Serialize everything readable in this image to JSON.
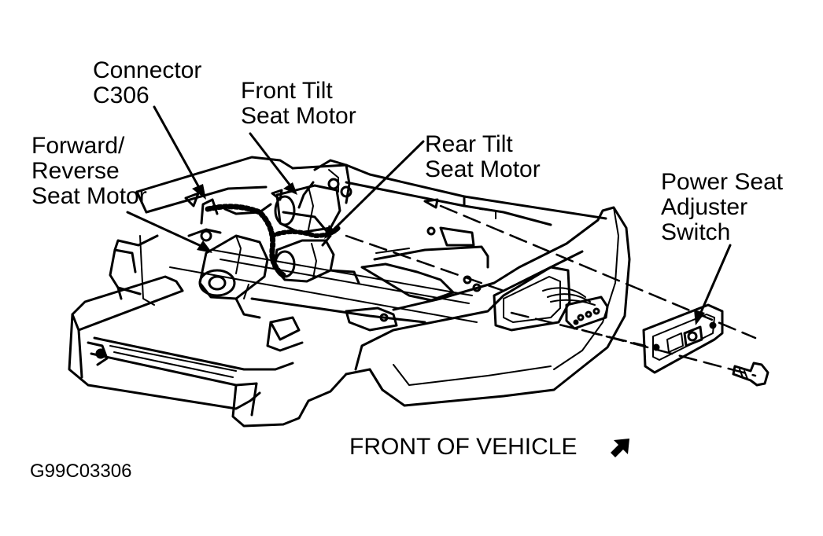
{
  "labels": {
    "connector": [
      "Connector",
      "C306"
    ],
    "front_tilt": [
      "Front Tilt",
      "Seat Motor"
    ],
    "fwd_rev": [
      "Forward/",
      "Reverse",
      "Seat Motor"
    ],
    "rear_tilt": [
      "Rear Tilt",
      "Seat Motor"
    ],
    "switch": [
      "Power Seat",
      "Adjuster",
      "Switch"
    ]
  },
  "direction_label": "FRONT OF VEHICLE",
  "figure_id": "G99C03306"
}
